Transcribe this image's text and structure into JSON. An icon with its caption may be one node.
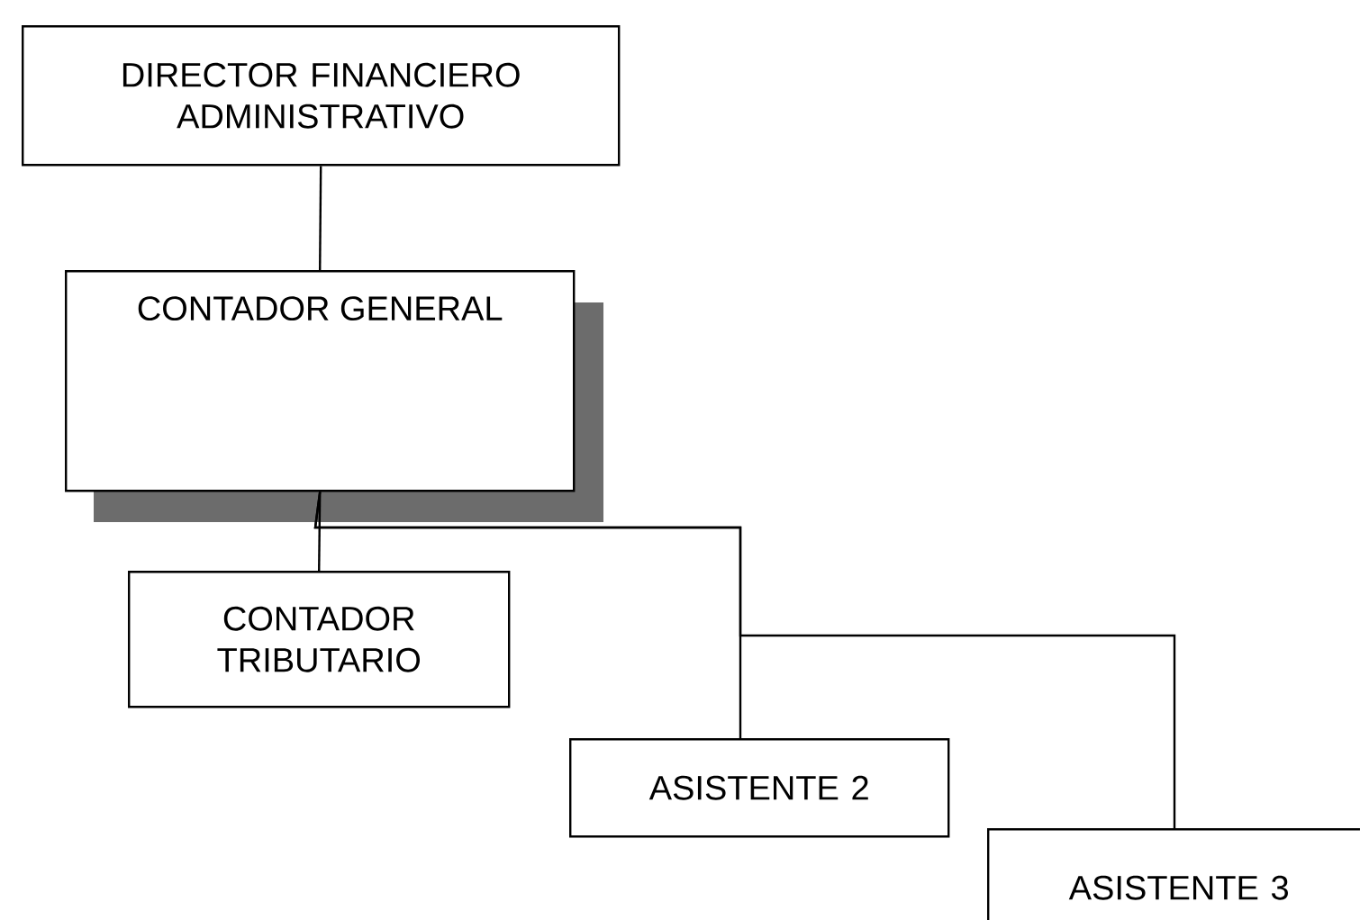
{
  "diagram": {
    "nodes": [
      {
        "text": [
          "DIRECTOR FINANCIERO ADMINISTRATIVO"
        ]
      },
      {
        "text": [
          "CONTADOR GENERAL"
        ]
      },
      {
        "text": [
          "CONTADOR TRIBUTARIO"
        ]
      },
      {
        "text": [
          "ASISTENTE 2"
        ]
      },
      {
        "text": [
          "ASISTENTE 3"
        ]
      }
    ],
    "edges": [
      {
        "from": 0,
        "to": 1,
        "arrow": "none"
      },
      {
        "from": 1,
        "to": 2,
        "arrow": "none"
      },
      {
        "from": 1,
        "to": 3,
        "arrow": "none"
      },
      {
        "from": 1,
        "to": 4,
        "arrow": "none"
      }
    ]
  }
}
